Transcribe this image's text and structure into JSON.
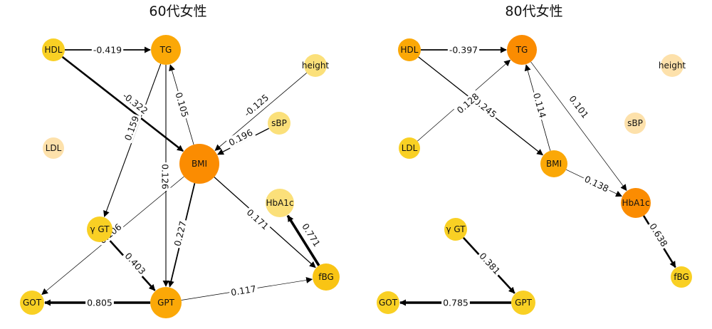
{
  "panels": [
    {
      "title": "60代女性",
      "nodes": [
        {
          "id": "HDL",
          "label": "HDL",
          "color": "#f9d024"
        },
        {
          "id": "TG",
          "label": "TG",
          "color": "#fba807"
        },
        {
          "id": "height",
          "label": "height",
          "color": "#fbe07a"
        },
        {
          "id": "sBP",
          "label": "sBP",
          "color": "#fbe07a"
        },
        {
          "id": "LDL",
          "label": "LDL",
          "color": "#fde1ab"
        },
        {
          "id": "BMI",
          "label": "BMI",
          "color": "#fb8c01"
        },
        {
          "id": "HbA1c",
          "label": "HbA1c",
          "color": "#fbe07a"
        },
        {
          "id": "gGT",
          "label": "γ GT",
          "color": "#f9d024"
        },
        {
          "id": "fBG",
          "label": "fBG",
          "color": "#f9c414"
        },
        {
          "id": "GOT",
          "label": "GOT",
          "color": "#f9d024"
        },
        {
          "id": "GPT",
          "label": "GPT",
          "color": "#fba807"
        }
      ],
      "edges": [
        {
          "from": "HDL",
          "to": "TG",
          "label": "-0.419"
        },
        {
          "from": "HDL",
          "to": "BMI",
          "label": "-0.322"
        },
        {
          "from": "BMI",
          "to": "TG",
          "label": "0.105"
        },
        {
          "from": "TG",
          "to": "gGT",
          "label": "0.159"
        },
        {
          "from": "TG",
          "to": "GPT",
          "label": "0.126"
        },
        {
          "from": "height",
          "to": "BMI",
          "label": "-0.125"
        },
        {
          "from": "sBP",
          "to": "BMI",
          "label": "0.196"
        },
        {
          "from": "BMI",
          "to": "GPT",
          "label": "0.227"
        },
        {
          "from": "BMI",
          "to": "fBG",
          "label": "0.171"
        },
        {
          "from": "BMI",
          "to": "GOT",
          "label": "0.106"
        },
        {
          "from": "fBG",
          "to": "HbA1c",
          "label": "0.771"
        },
        {
          "from": "gGT",
          "to": "GPT",
          "label": "0.403"
        },
        {
          "from": "GPT",
          "to": "GOT",
          "label": "0.805"
        },
        {
          "from": "GPT",
          "to": "fBG",
          "label": "0.117"
        }
      ]
    },
    {
      "title": "80代女性",
      "nodes": [
        {
          "id": "HDL",
          "label": "HDL",
          "color": "#fba807"
        },
        {
          "id": "TG",
          "label": "TG",
          "color": "#fb8c01"
        },
        {
          "id": "height",
          "label": "height",
          "color": "#fde1ab"
        },
        {
          "id": "sBP",
          "label": "sBP",
          "color": "#fde1ab"
        },
        {
          "id": "LDL",
          "label": "LDL",
          "color": "#f9d024"
        },
        {
          "id": "BMI",
          "label": "BMI",
          "color": "#fba807"
        },
        {
          "id": "HbA1c",
          "label": "HbA1c",
          "color": "#fb8c01"
        },
        {
          "id": "gGT",
          "label": "γ GT",
          "color": "#f9d024"
        },
        {
          "id": "fBG",
          "label": "fBG",
          "color": "#f9d024"
        },
        {
          "id": "GOT",
          "label": "GOT",
          "color": "#f9d024"
        },
        {
          "id": "GPT",
          "label": "GPT",
          "color": "#f9d024"
        }
      ],
      "edges": [
        {
          "from": "HDL",
          "to": "TG",
          "label": "-0.397"
        },
        {
          "from": "HDL",
          "to": "BMI",
          "label": "-0.245"
        },
        {
          "from": "LDL",
          "to": "TG",
          "label": "0.128"
        },
        {
          "from": "BMI",
          "to": "TG",
          "label": "0.114"
        },
        {
          "from": "TG",
          "to": "HbA1c",
          "label": "0.101"
        },
        {
          "from": "BMI",
          "to": "HbA1c",
          "label": "0.138"
        },
        {
          "from": "HbA1c",
          "to": "fBG",
          "label": "0.638"
        },
        {
          "from": "gGT",
          "to": "GPT",
          "label": "0.381"
        },
        {
          "from": "GPT",
          "to": "GOT",
          "label": "0.785"
        }
      ]
    }
  ]
}
